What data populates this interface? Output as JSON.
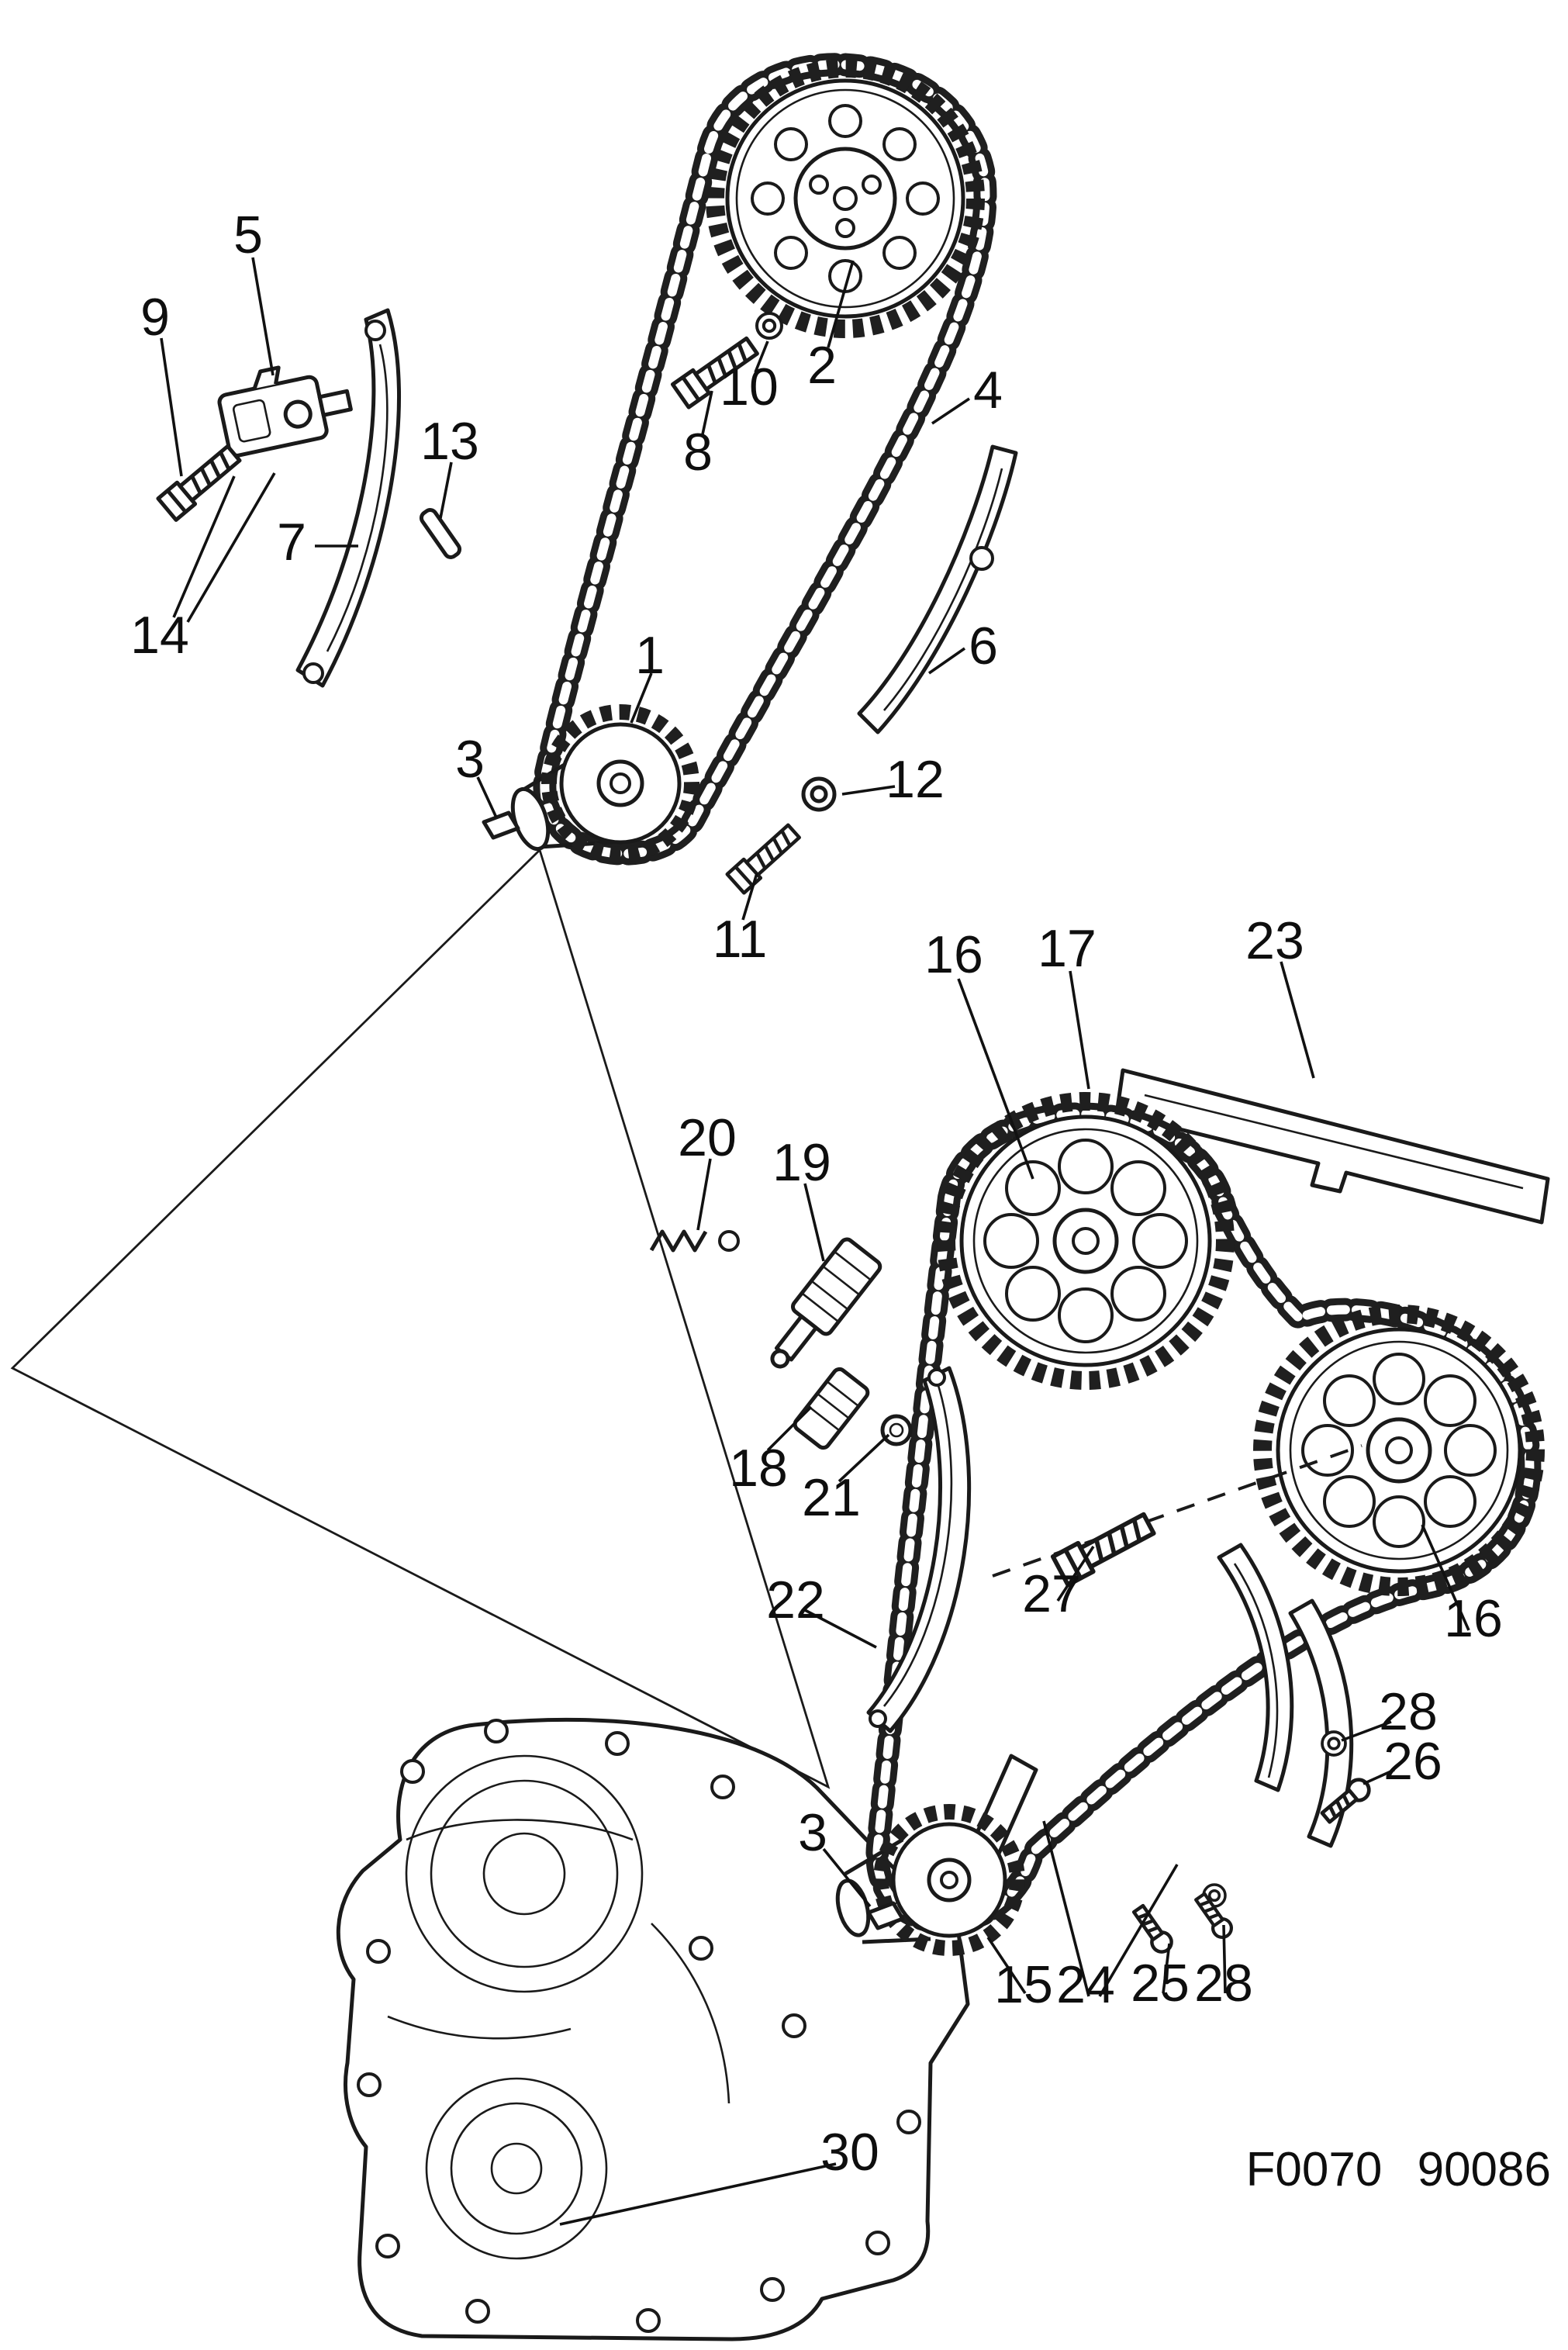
{
  "figure": {
    "code": "F0070 90086"
  },
  "callouts": [
    {
      "label": "5"
    },
    {
      "label": "9"
    },
    {
      "label": "13"
    },
    {
      "label": "7"
    },
    {
      "label": "14"
    },
    {
      "label": "8"
    },
    {
      "label": "10"
    },
    {
      "label": "2"
    },
    {
      "label": "4"
    },
    {
      "label": "6"
    },
    {
      "label": "1"
    },
    {
      "label": "3"
    },
    {
      "label": "12"
    },
    {
      "label": "11"
    },
    {
      "label": "16"
    },
    {
      "label": "17"
    },
    {
      "label": "23"
    },
    {
      "label": "20"
    },
    {
      "label": "19"
    },
    {
      "label": "18"
    },
    {
      "label": "21"
    },
    {
      "label": "22"
    },
    {
      "label": "27"
    },
    {
      "label": "16"
    },
    {
      "label": "28"
    },
    {
      "label": "26"
    },
    {
      "label": "3"
    },
    {
      "label": "15"
    },
    {
      "label": "24"
    },
    {
      "label": "25"
    },
    {
      "label": "28"
    },
    {
      "label": "30"
    }
  ]
}
